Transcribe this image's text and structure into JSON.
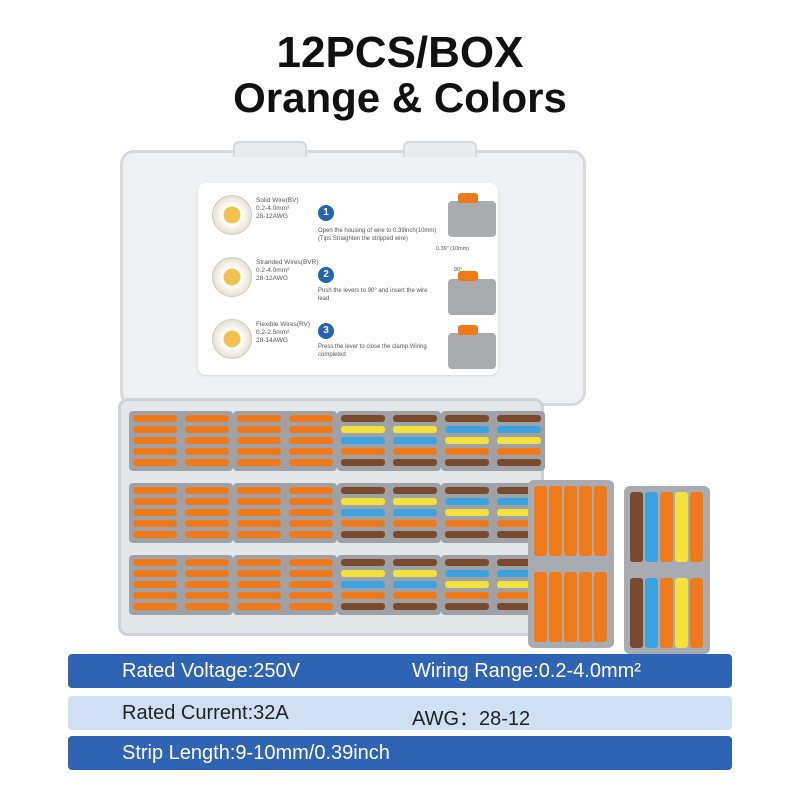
{
  "headline": {
    "line1": "12PCS/BOX",
    "line2": "Orange & Colors"
  },
  "instruction_card": {
    "wires": [
      {
        "name": "Solid Wire(BV)",
        "range": "0.2-4.0mm²",
        "awg": "28-12AWG"
      },
      {
        "name": "Stranded Wires(BVR)",
        "range": "0.2-4.0mm²",
        "awg": "28-12AWG"
      },
      {
        "name": "Flexible Wires(RV)",
        "range": "0.2-2.5mm²",
        "awg": "28-14AWG"
      }
    ],
    "steps": [
      {
        "number": "1",
        "text": "Open the housing of wire to 0.39inch(10mm)\n(Tips:Straighten the stripped wire)"
      },
      {
        "number": "2",
        "text": "Push the levers to 90° and insert the wire lead"
      },
      {
        "number": "3",
        "text": "Press the lever to close the clamp.Wiring completed"
      }
    ],
    "measure_label": "0.39\" (10mm)",
    "angle_label": "90°"
  },
  "specs": {
    "voltage": "Rated Voltage:250V",
    "wiring_range": "Wiring Range:0.2-4.0mm²",
    "current": "Rated Current:32A",
    "awg": "AWG：28-12",
    "strip_length": "Strip Length:9-10mm/0.39inch"
  },
  "colors": {
    "lever_orange": "#f07a1a",
    "lever_brown": "#7a4a2e",
    "lever_yellow": "#f3e23a",
    "lever_blue": "#3aa3e0",
    "housing_gray": "#a9acb0",
    "spec_blue": "#2f63b3",
    "spec_light": "#cfe0f5"
  }
}
